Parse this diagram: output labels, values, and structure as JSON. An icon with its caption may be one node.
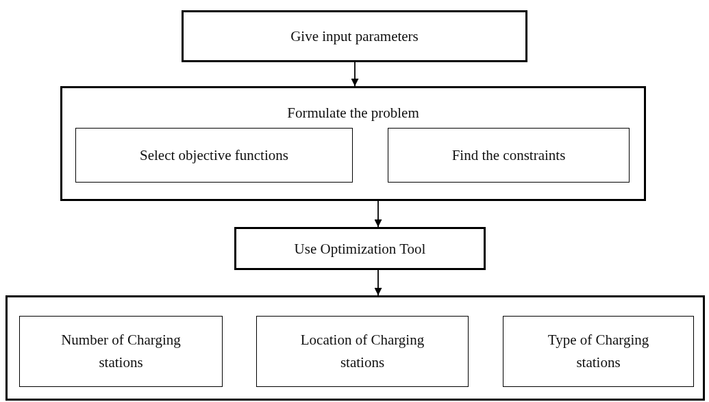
{
  "diagram": {
    "nodes": [
      {
        "text": [
          "Give input parameters"
        ]
      },
      {
        "text": [
          "Formulate the problem"
        ]
      },
      {
        "text": [
          "Select objective functions"
        ],
        "in": 1
      },
      {
        "text": [
          "Find the constraints"
        ],
        "in": 1
      },
      {
        "text": [
          "Use Optimization Tool"
        ]
      },
      {
        "text": [],
        "shape": "box"
      },
      {
        "text": [
          "Number of Charging stations"
        ],
        "in": 5
      },
      {
        "text": [
          "Location of Charging stations"
        ],
        "in": 5
      },
      {
        "text": [
          "Type of Charging stations"
        ],
        "in": 5
      }
    ],
    "edges": [
      {
        "from": 0,
        "to": 1,
        "arrow": "to"
      },
      {
        "from": 1,
        "to": 4,
        "arrow": "to"
      },
      {
        "from": 4,
        "to": 5,
        "arrow": "to"
      }
    ]
  }
}
